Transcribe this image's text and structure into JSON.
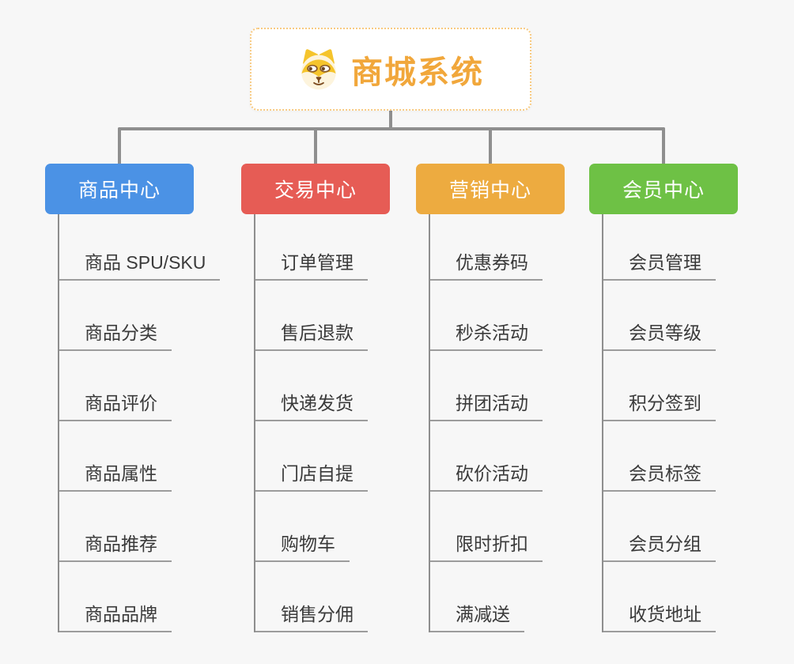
{
  "root": {
    "title": "商城系统",
    "icon": "dog-face-icon"
  },
  "colors": {
    "background": "#f7f7f7",
    "root_text": "#f1a73b",
    "root_border": "#f8ca81",
    "connector_line": "#8f8f8f",
    "item_underline": "#9c9c9c",
    "item_text": "#3a3a3a"
  },
  "branches": [
    {
      "label": "商品中心",
      "color": "#4b92e5",
      "items": [
        "商品 SPU/SKU",
        "商品分类",
        "商品评价",
        "商品属性",
        "商品推荐",
        "商品品牌"
      ]
    },
    {
      "label": "交易中心",
      "color": "#e65c55",
      "items": [
        "订单管理",
        "售后退款",
        "快递发货",
        "门店自提",
        "购物车",
        "销售分佣"
      ]
    },
    {
      "label": "营销中心",
      "color": "#edab40",
      "items": [
        "优惠券码",
        "秒杀活动",
        "拼团活动",
        "砍价活动",
        "限时折扣",
        "满减送"
      ]
    },
    {
      "label": "会员中心",
      "color": "#6ec145",
      "items": [
        "会员管理",
        "会员等级",
        "积分签到",
        "会员标签",
        "会员分组",
        "收货地址"
      ]
    }
  ]
}
